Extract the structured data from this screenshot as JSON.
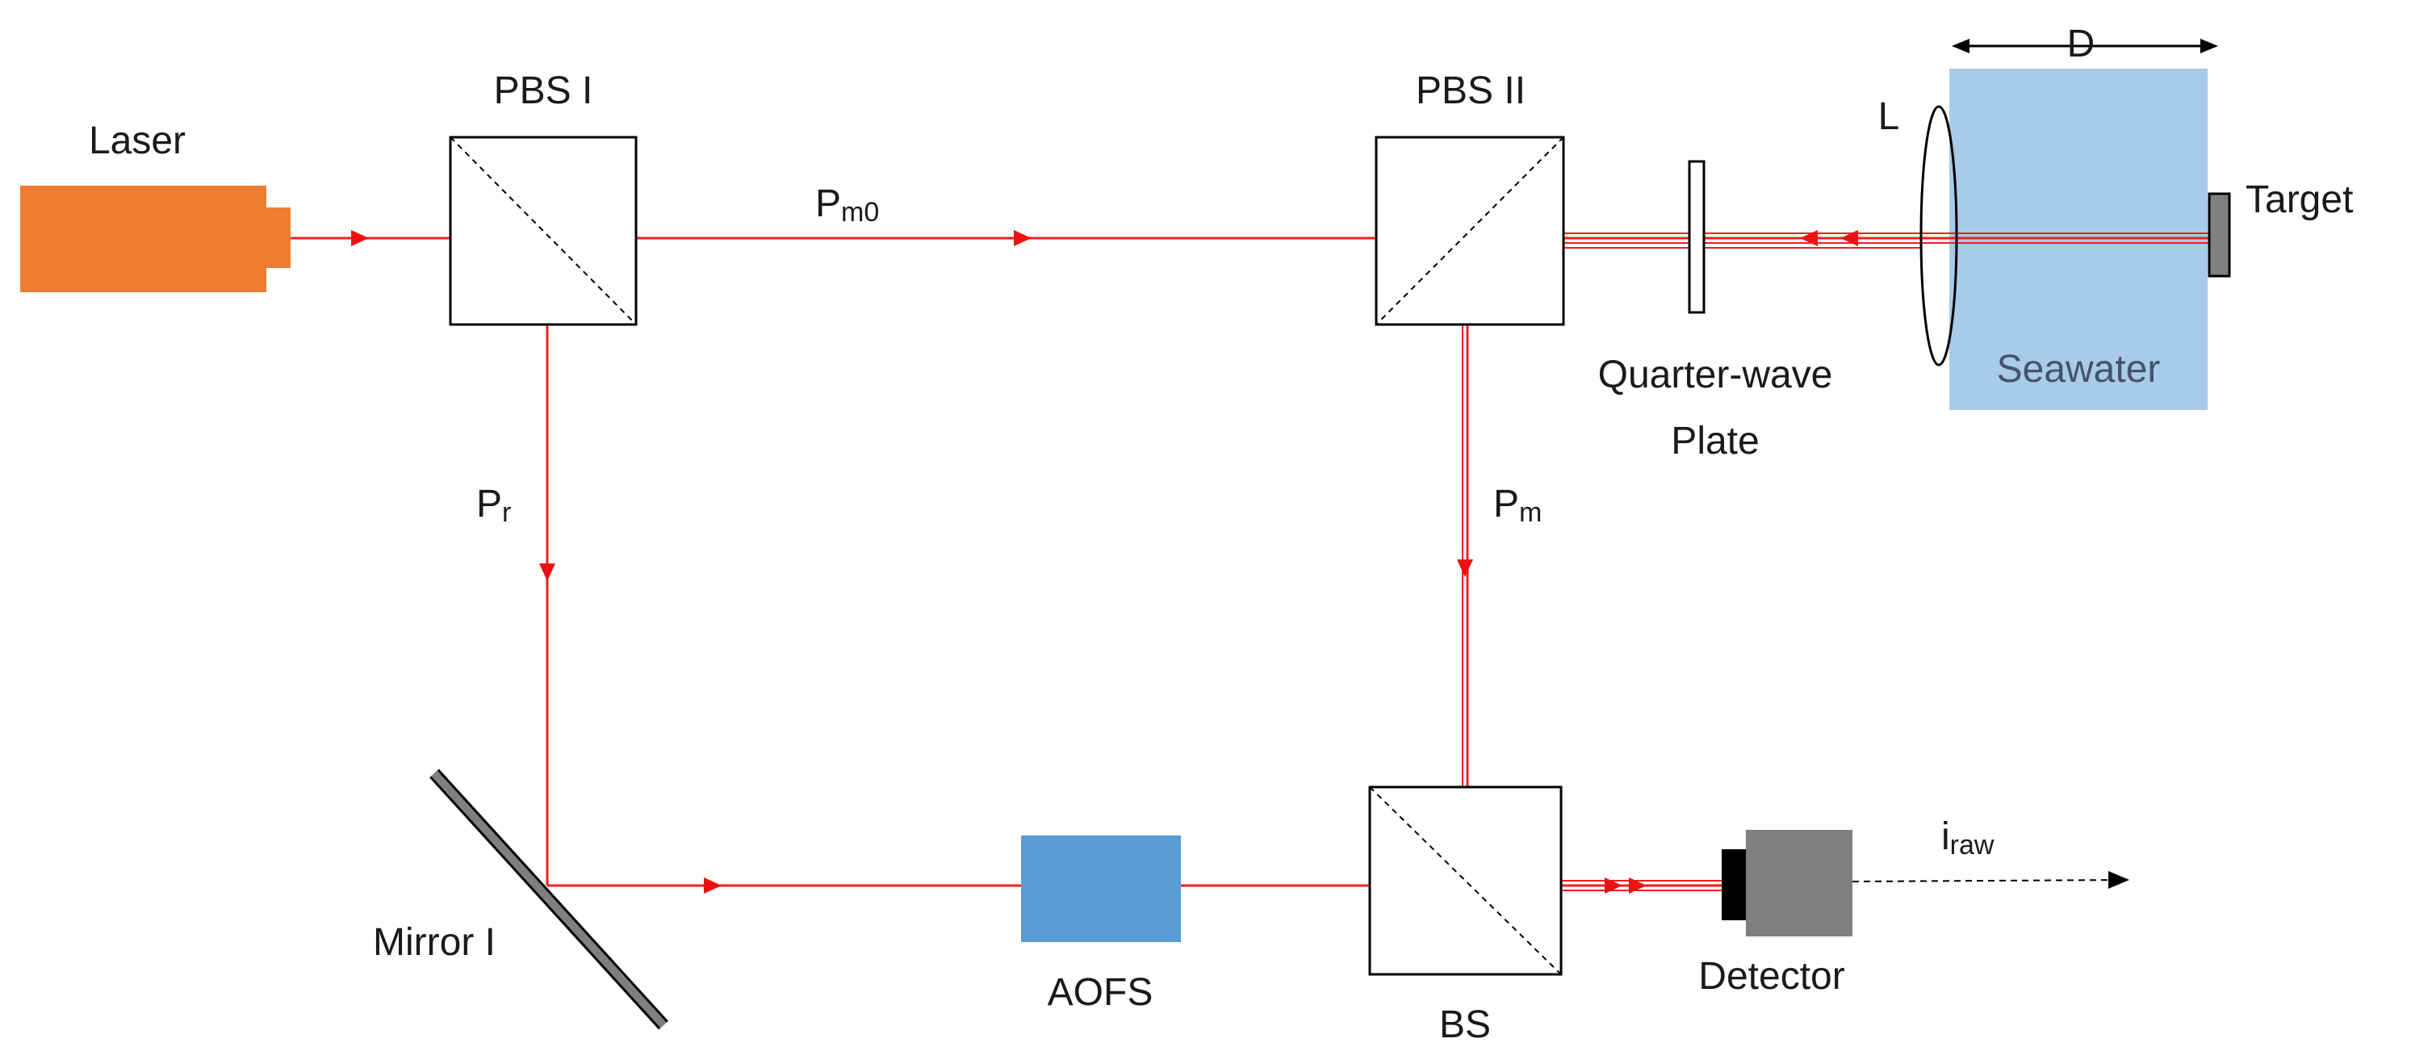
{
  "labels": {
    "laser": "Laser",
    "pbs1": "PBS I",
    "pbs2": "PBS II",
    "lens": "L",
    "distance": "D",
    "target": "Target",
    "seawater": "Seawater",
    "quarter_wave_line1": "Quarter-wave",
    "quarter_wave_line2": "Plate",
    "pm0_main": "P",
    "pm0_sub": "m0",
    "pr_main": "P",
    "pr_sub": "r",
    "pm_main": "P",
    "pm_sub": "m",
    "mirror": "Mirror I",
    "aofs": "AOFS",
    "bs": "BS",
    "detector": "Detector",
    "iraw_main": "i",
    "iraw_sub": "raw"
  },
  "colors": {
    "laser": "#ED7D31",
    "beam": "#EE2020",
    "seawater": "#A9CBEA",
    "seawater_text": "#44546A",
    "aofs": "#5B9BD5",
    "detector_body": "#7F7F7F",
    "detector_face": "#000000",
    "target": "#808080",
    "mirror": "#7F7F7F"
  }
}
